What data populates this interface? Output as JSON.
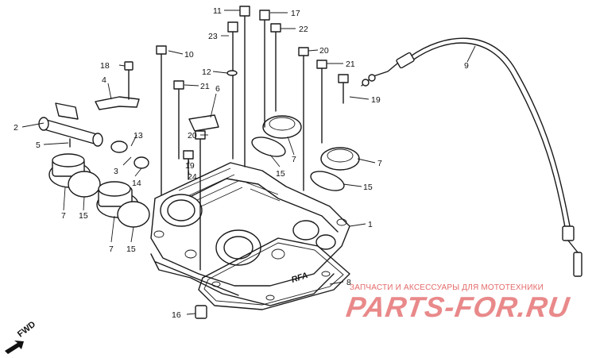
{
  "labels": [
    {
      "text": "1"
    },
    {
      "text": "2"
    },
    {
      "text": "3"
    },
    {
      "text": "4"
    },
    {
      "text": "5"
    },
    {
      "text": "6"
    },
    {
      "text": "7"
    },
    {
      "text": "7"
    },
    {
      "text": "7"
    },
    {
      "text": "7"
    },
    {
      "text": "8"
    },
    {
      "text": "9"
    },
    {
      "text": "10"
    },
    {
      "text": "11"
    },
    {
      "text": "12"
    },
    {
      "text": "13"
    },
    {
      "text": "14"
    },
    {
      "text": "15"
    },
    {
      "text": "15"
    },
    {
      "text": "15"
    },
    {
      "text": "15"
    },
    {
      "text": "16"
    },
    {
      "text": "17"
    },
    {
      "text": "18"
    },
    {
      "text": "19"
    },
    {
      "text": "19"
    },
    {
      "text": "20"
    },
    {
      "text": "20"
    },
    {
      "text": "21"
    },
    {
      "text": "21"
    },
    {
      "text": "22"
    },
    {
      "text": "23"
    },
    {
      "text": "24"
    }
  ],
  "stamp": "RFA",
  "watermark": {
    "tagline": "ЗАПЧАСТИ И АКСЕССУАРЫ ДЛЯ МОТОТЕХНИКИ",
    "logo": "PARTS-FOR.RU"
  },
  "direction": {
    "label": "FWD"
  },
  "colors": {
    "line": "#1a1a1a",
    "watermark": "#e9898a"
  }
}
